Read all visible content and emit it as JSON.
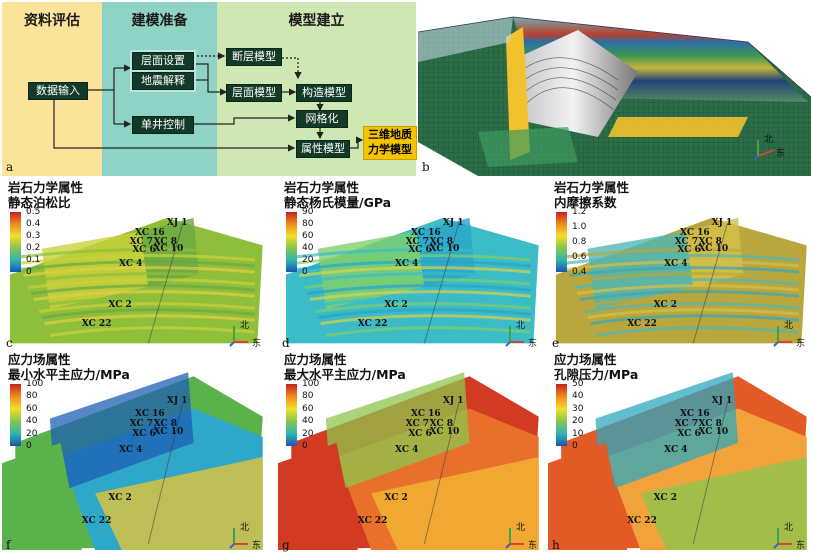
{
  "panel_a": {
    "label": "a",
    "sections": [
      "资料评估",
      "建模准备",
      "模型建立"
    ],
    "nodes": {
      "data_input": "数据输入",
      "horizon_setting": "层面设置",
      "seismic_interp": "地震解释",
      "single_well": "单井控制",
      "fault_model": "断层模型",
      "horizon_model": "层面模型",
      "structure_model": "构造模型",
      "grid": "网格化",
      "property_model": "属性模型",
      "output_line1": "三维地质",
      "output_line2": "力学模型"
    },
    "colors": {
      "section1": "#fbe39a",
      "section2": "#8fd2c6",
      "section3": "#cfe7b2",
      "node": "#123a26",
      "output": "#f5c400"
    }
  },
  "panel_b": {
    "label": "b",
    "compass_north": "北",
    "compass_east": "东"
  },
  "panels": [
    {
      "label": "c",
      "title1": "岩石力学属性",
      "title2": "静态泊松比",
      "ticks": [
        "0.5",
        "0.4",
        "0.3",
        "0.2",
        "0.1",
        "0"
      ],
      "wells": [
        "XJ 1",
        "XC 16",
        "XC 7",
        "XC 8",
        "XC 10",
        "XC 6",
        "XC 4",
        "XC 2",
        "XC 22"
      ]
    },
    {
      "label": "d",
      "title1": "岩石力学属性",
      "title2": "静态杨氏模量/GPa",
      "ticks": [
        "90",
        "80",
        "60",
        "40",
        "20",
        "0"
      ],
      "wells": [
        "XJ 1",
        "XC 16",
        "XC 7",
        "XC 8",
        "XC 10",
        "XC 6",
        "XC 4",
        "XC 2",
        "XC 22"
      ]
    },
    {
      "label": "e",
      "title1": "岩石力学属性",
      "title2": "内摩擦系数",
      "ticks": [
        "1.2",
        "1.0",
        "0.8",
        "0.6",
        "0.4"
      ],
      "wells": [
        "XJ 1",
        "XC 16",
        "XC 7",
        "XC 8",
        "XC 10",
        "XC 6",
        "XC 4",
        "XC 2",
        "XC 22"
      ]
    },
    {
      "label": "f",
      "title1": "应力场属性",
      "title2": "最小水平主应力/MPa",
      "ticks": [
        "100",
        "80",
        "60",
        "40",
        "20",
        "0"
      ],
      "wells": [
        "XJ 1",
        "XC 16",
        "XC 7",
        "XC 8",
        "XC 10",
        "XC 6",
        "XC 4",
        "XC 2",
        "XC 22"
      ]
    },
    {
      "label": "g",
      "title1": "应力场属性",
      "title2": "最大水平主应力/MPa",
      "ticks": [
        "100",
        "80",
        "60",
        "40",
        "20",
        "0"
      ],
      "wells": [
        "XJ 1",
        "XC 16",
        "XC 7",
        "XC 8",
        "XC 10",
        "XC 6",
        "XC 4",
        "XC 2",
        "XC 22"
      ]
    },
    {
      "label": "h",
      "title1": "应力场属性",
      "title2": "孔隙压力/MPa",
      "ticks": [
        "50",
        "40",
        "30",
        "20",
        "10",
        "0"
      ],
      "wells": [
        "XJ 1",
        "XC 16",
        "XC 7",
        "XC 8",
        "XC 10",
        "XC 6",
        "XC 4",
        "XC 2",
        "XC 22"
      ]
    }
  ],
  "compass": {
    "north": "北",
    "east": "东"
  }
}
